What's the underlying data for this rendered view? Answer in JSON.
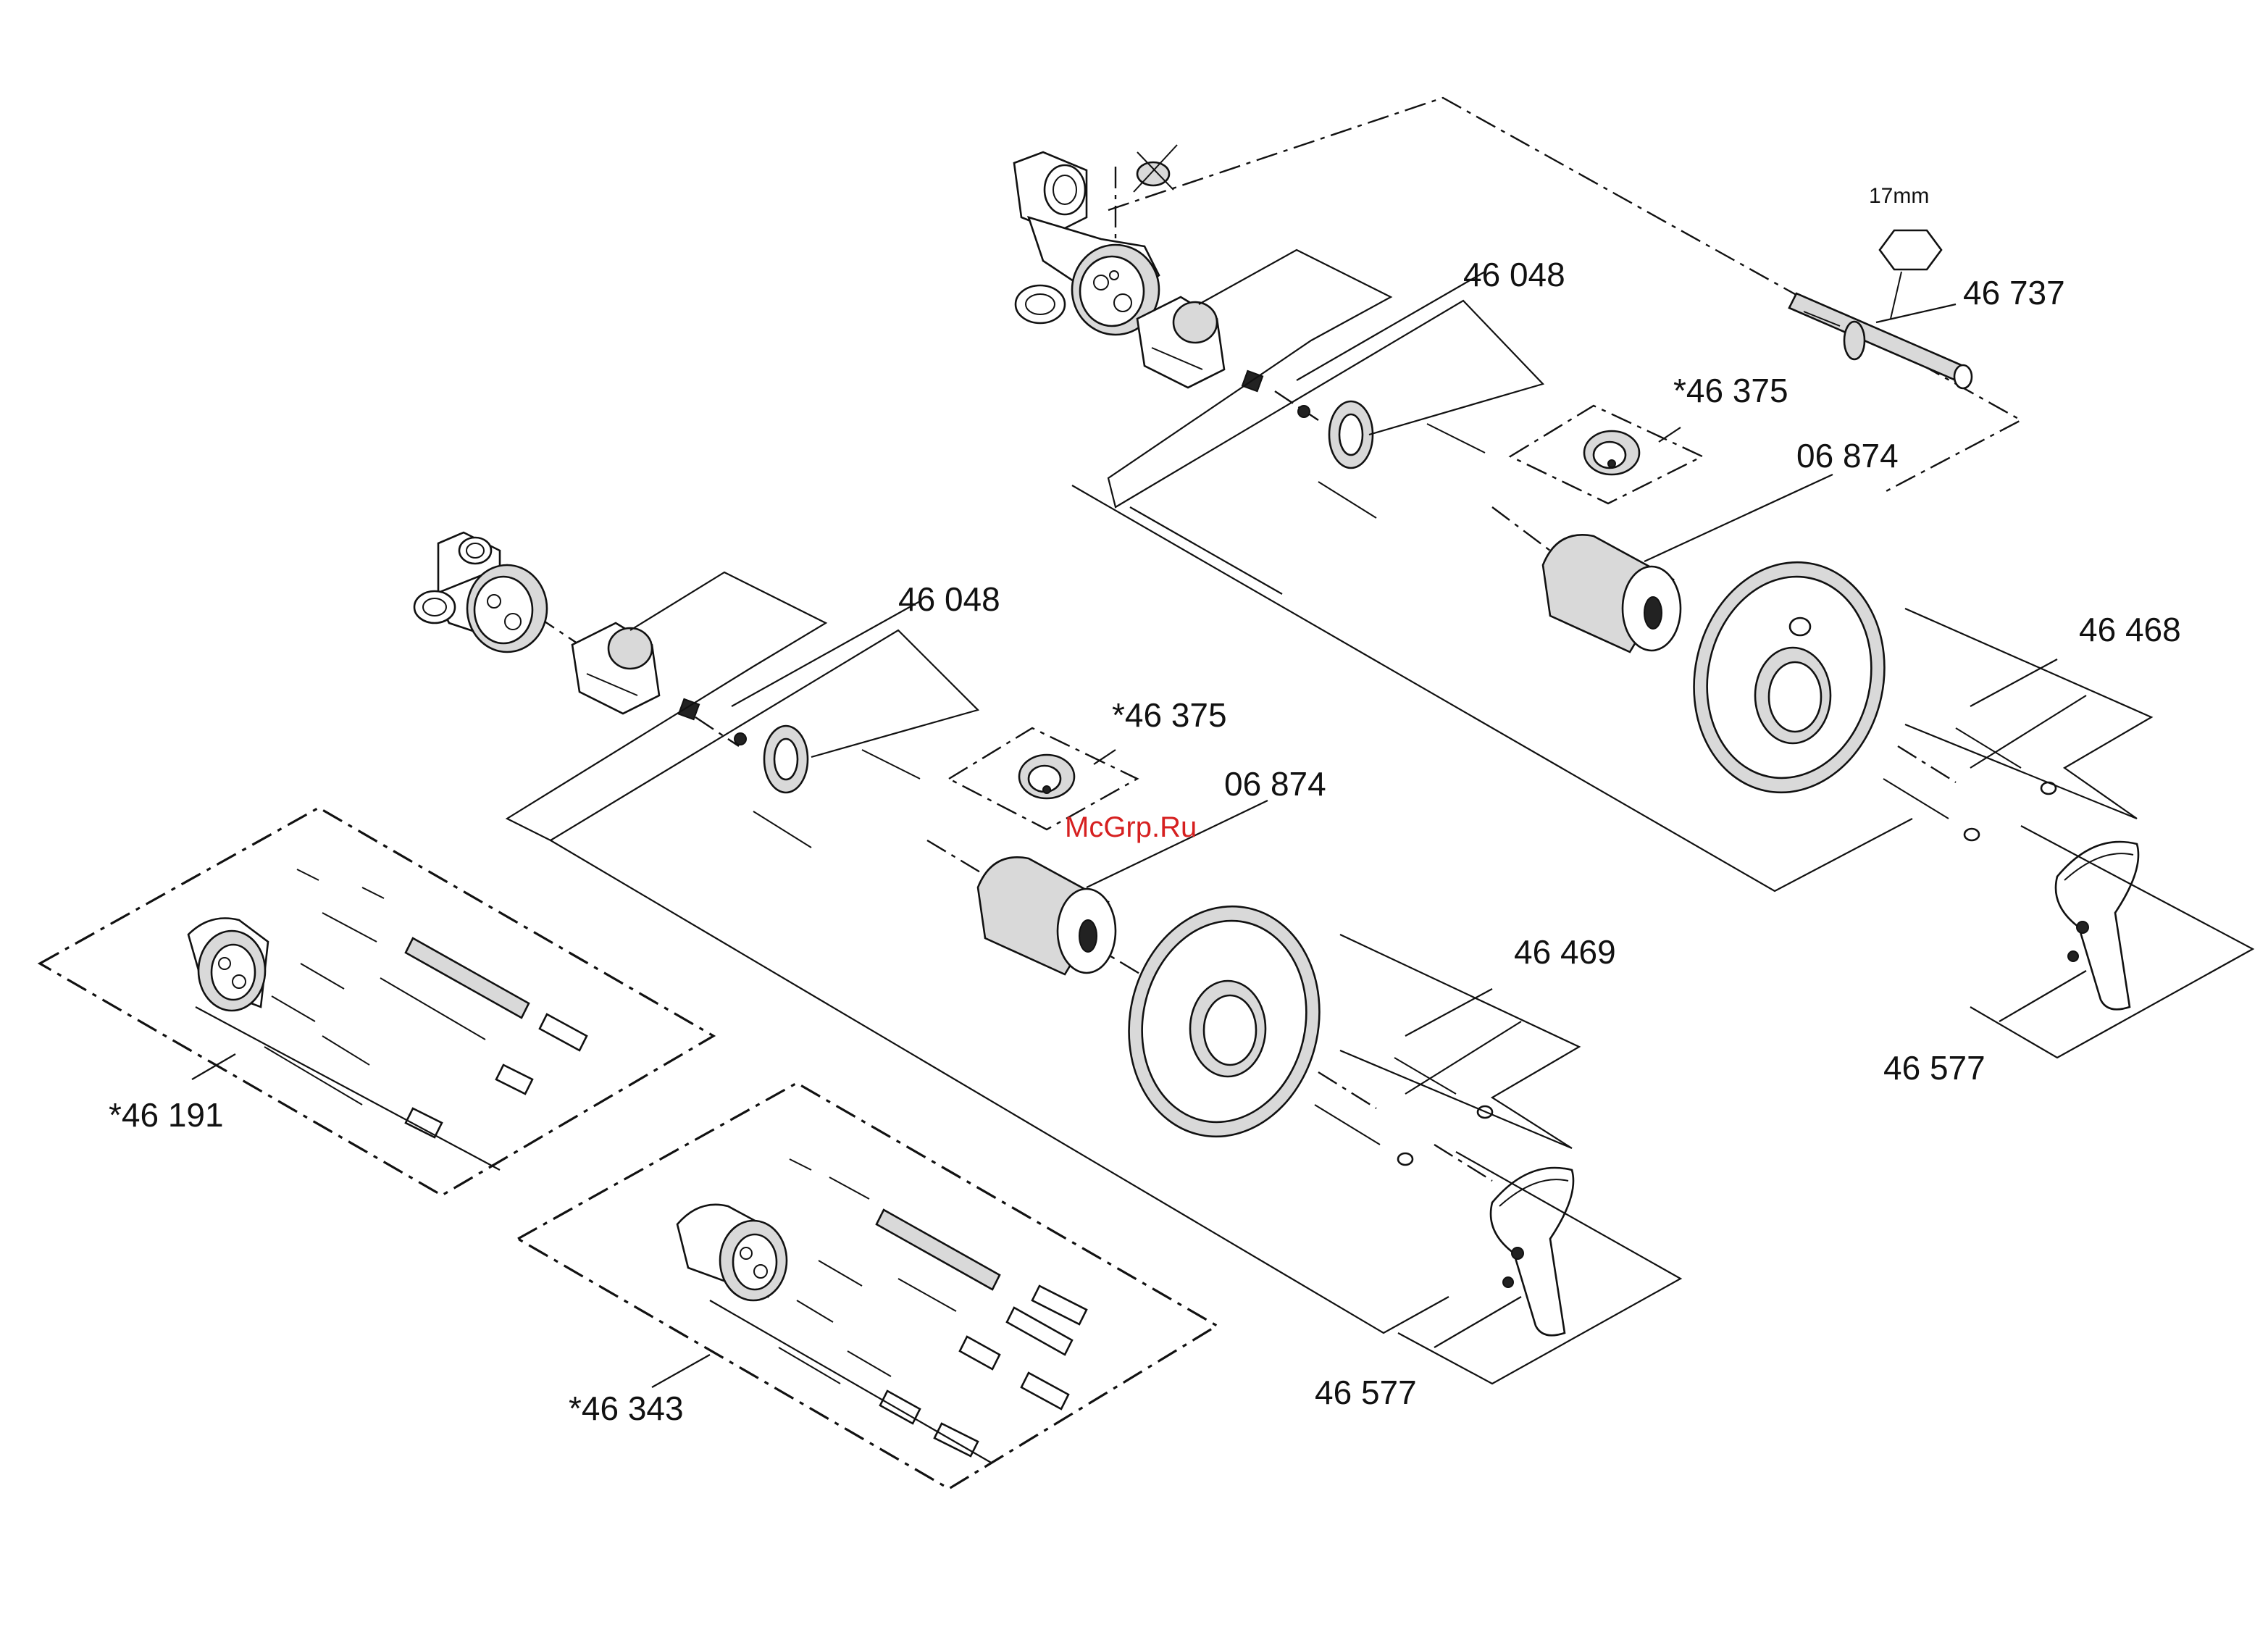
{
  "watermark": "McGrp.Ru",
  "wrench_size": "17mm",
  "upper_assembly": {
    "cartridge": "46 048",
    "extension": "*46 375",
    "sleeve": "06 874",
    "stem": "46 737",
    "escutcheon": "46 468",
    "handle": "46 577"
  },
  "lower_assembly": {
    "cartridge": "46 048",
    "extension": "*46 375",
    "sleeve": "06 874",
    "escutcheon": "46 469",
    "handle": "46 577"
  },
  "kits": {
    "left": "*46 191",
    "bottom": "*46 343"
  }
}
